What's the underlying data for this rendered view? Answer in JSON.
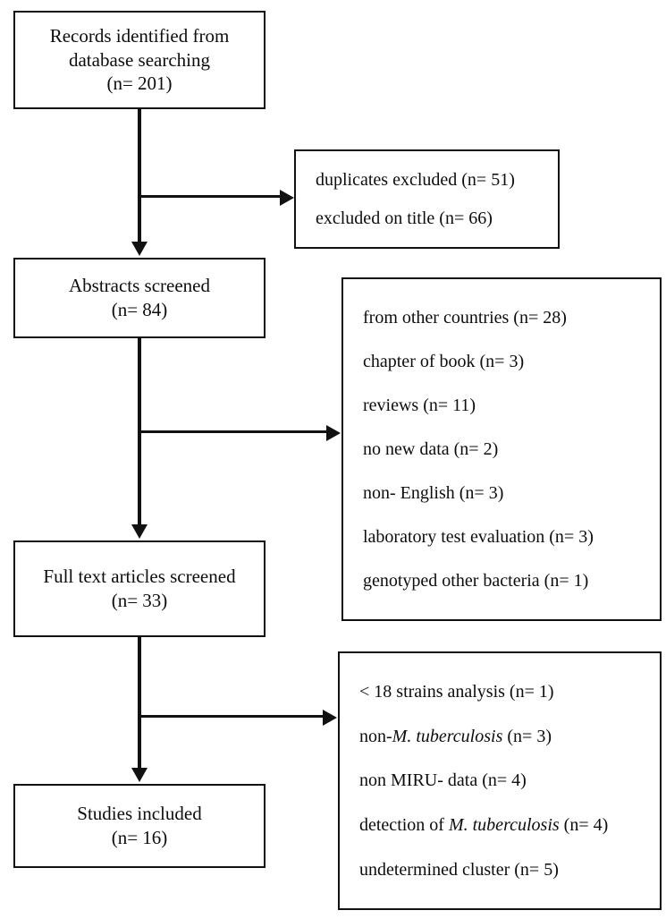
{
  "diagram": {
    "title": "PRISMA study selection flow diagram",
    "type": "flowchart",
    "colors": {
      "stroke": "#111111",
      "background": "#ffffff",
      "text": "#0d0d0d"
    }
  },
  "nodes": {
    "identified": {
      "line1": "Records identified from",
      "line2": "database searching",
      "line3": "(n= 201)"
    },
    "excluded_first": {
      "items": [
        "duplicates excluded (n= 51)",
        "excluded on title (n= 66)"
      ]
    },
    "abstracts": {
      "line1": "Abstracts screened",
      "line2": "(n= 84)"
    },
    "excluded_second": {
      "items": [
        "from other countries (n= 28)",
        "chapter of book (n= 3)",
        "reviews (n= 11)",
        "no new data (n= 2)",
        "non- English (n= 3)",
        "laboratory test evaluation (n= 3)",
        "genotyped other bacteria (n= 1)"
      ]
    },
    "fulltext": {
      "line1": "Full text articles screened",
      "line2": "(n= 33)"
    },
    "excluded_third": {
      "items": [
        {
          "pre": "< 18 strains analysis (n= 1)",
          "italic": "",
          "post": ""
        },
        {
          "pre": "non-",
          "italic": "M. tuberculosis",
          "post": " (n= 3)"
        },
        {
          "pre": "non MIRU- data (n= 4)",
          "italic": "",
          "post": ""
        },
        {
          "pre": "detection of ",
          "italic": "M. tuberculosis",
          "post": " (n= 4)"
        },
        {
          "pre": "undetermined cluster (n= 5)",
          "italic": "",
          "post": ""
        }
      ]
    },
    "included": {
      "line1": "Studies included",
      "line2": "(n= 16)"
    }
  },
  "counts": {
    "records_identified": 201,
    "duplicates_excluded": 51,
    "excluded_on_title": 66,
    "abstracts_screened": 84,
    "from_other_countries": 28,
    "chapter_of_book": 3,
    "reviews": 11,
    "no_new_data": 2,
    "non_english": 3,
    "laboratory_test_evaluation": 3,
    "genotyped_other_bacteria": 1,
    "full_text_screened": 33,
    "under_18_strains": 1,
    "non_m_tuberculosis": 3,
    "non_miru_data": 4,
    "detection_of_m_tuberculosis": 4,
    "undetermined_cluster": 5,
    "studies_included": 16
  }
}
